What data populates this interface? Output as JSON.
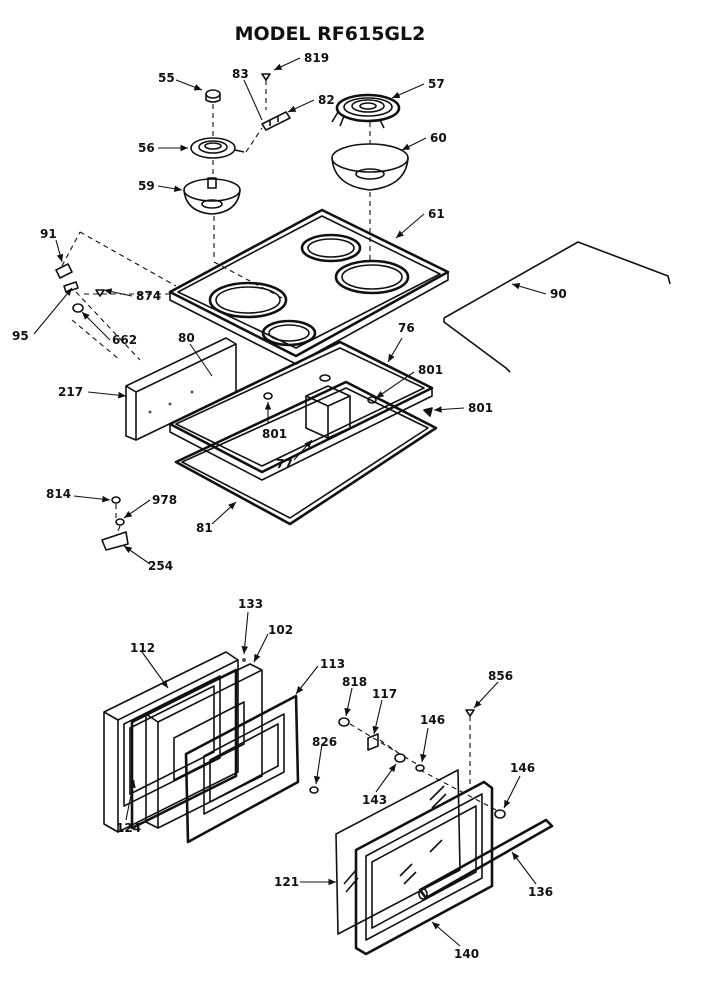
{
  "title": "MODEL RF615GL2",
  "labels": {
    "l55": "55",
    "l83": "83",
    "l819": "819",
    "l82": "82",
    "l57": "57",
    "l56": "56",
    "l59": "59",
    "l60": "60",
    "l61": "61",
    "l91": "91",
    "l874": "874",
    "l95": "95",
    "l662": "662",
    "l90": "90",
    "l80": "80",
    "l76": "76",
    "l217": "217",
    "l801a": "801",
    "l801b": "801",
    "l801c": "801",
    "l77": "77",
    "l81": "81",
    "l814": "814",
    "l978": "978",
    "l254": "254",
    "l133": "133",
    "l102": "102",
    "l112": "112",
    "l113": "113",
    "l818": "818",
    "l117": "117",
    "l856": "856",
    "l146a": "146",
    "l826": "826",
    "l143": "143",
    "l146b": "146",
    "l124": "124",
    "l121": "121",
    "l136": "136",
    "l140": "140"
  }
}
